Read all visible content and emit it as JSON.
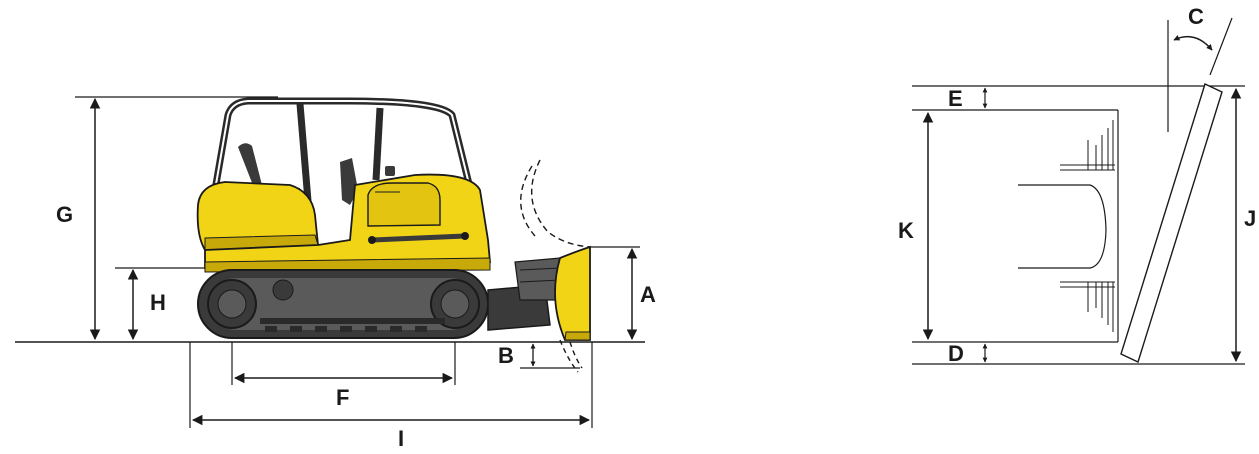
{
  "labels": {
    "A": "A",
    "B": "B",
    "C": "C",
    "D": "D",
    "E": "E",
    "F": "F",
    "G": "G",
    "H": "H",
    "I": "I",
    "J": "J",
    "K": "K"
  },
  "colors": {
    "body_yellow": "#f2d417",
    "body_shade": "#c8a90a",
    "track_grey": "#5a5a5a",
    "track_dark": "#3a3a3a",
    "line": "#1a1a1a"
  },
  "icons": {
    "dozer": "crawler-dozer-side-view",
    "blade": "dozer-blade-top-view"
  }
}
